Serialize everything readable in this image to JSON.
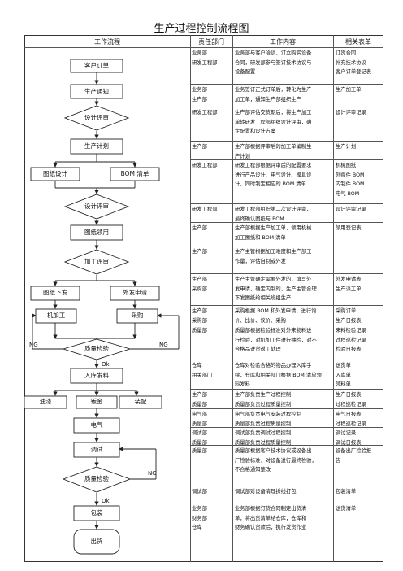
{
  "title": "生产过程控制流程图",
  "headers": {
    "flow": "工作流程",
    "dept": "责任部门",
    "content": "工作内容",
    "forms": "相关表单"
  },
  "flow": {
    "customer_order": "客户订单",
    "production_notice": "生产通知",
    "design_review": "设计评审",
    "production_plan": "生产计划",
    "drawing_design": "图纸设计",
    "bom_list": "BOM 清单",
    "design_review_2": "设计评审",
    "drawing_pickup": "图纸领用",
    "process_review": "加工评审",
    "drawing_issue": "图纸下发",
    "outsource_apply": "外发申请",
    "machining": "机加工",
    "purchasing": "采购",
    "quality_check": "质量检验",
    "receiving": "入库发料",
    "painting": "油漆",
    "sheet_metal": "钣金",
    "assembly": "装配",
    "electrical": "电气",
    "debugging": "调试",
    "quality_check_2": "质量检验",
    "packing": "包装",
    "shipping": "出货",
    "ng": "NG",
    "ok": "Ok"
  },
  "rows": [
    {
      "dept": "业务部\n研发工程部",
      "content": "业务部与客户洽谈，订立购买设备\n合同，研发部参与签订技术协议与\n设备配置",
      "forms": "订货合同\n补充技术协议\n客户订单登记表"
    },
    {
      "dept": "业务部\n生产部",
      "content": "业务签订正式订单后，转化为生产\n加工单，通知生产部组织生产",
      "forms": "生产加工单"
    },
    {
      "dept": "研发工程部",
      "content": "生产部评估交货期后，将生产加工\n单转研发工程部组织设计评审，确\n定配置和设计方案",
      "forms": "设计评审记录"
    },
    {
      "dept": "生产部",
      "content": "生产部根据评审后的加工单编制生\n产计划",
      "forms": "生产计划"
    },
    {
      "dept": "研发工程部",
      "content": "研发工程部根据评审后的配置要求\n进行产品设计、电气设计、模具设\n计，同时制定相应的 BOM 清单",
      "forms": "机械图纸\n外购件 BOM\n内制件 BOM\n电气 BOM"
    },
    {
      "dept": "研发工程部",
      "content": "研发工程部组织第二次设计评审，\n最终确认图纸与 BOM",
      "forms": "设计评审记录"
    },
    {
      "dept": "生产部",
      "content": "生产部根据生产加工单，领用机械\n加工图纸和 BOM 清单",
      "forms": "领用登记表"
    },
    {
      "dept": "生产部",
      "content": "生产主管根据加工难度和生产部工\n作量，评估自制或外发",
      "forms": ""
    },
    {
      "dept": "生产部\n采购部",
      "content": "生产主管确定需要外发的，填写外\n发申请，确定内制的，生产主管合理\n下发图纸给相关班组生产",
      "forms": "外发申请表\n生产派工单"
    },
    {
      "dept": "生产部\n采购部",
      "content": "采购根据 BOM 和外发申请，进行询\n价、比价、议价、采购",
      "forms": "采购订单\n生产日报表"
    },
    {
      "dept": "质量部",
      "content": "质量部根据检验标准对外来物料进\n行检验，对机加工件进行抽检，对不\n合格品进货返工处理",
      "forms": "来料检验记录\n过程巡检记录\n检验日报表"
    },
    {
      "dept": "仓库\n相关部门",
      "content": "仓库对检验合格的物品办理入库手\n续，仓库和相关部门根据 BOM 清单领\n料发料",
      "forms": "送货单\n入库单\n领料单"
    },
    {
      "dept": "生产部\n质量部",
      "content": "生产部负责生产过程控制\n质量部负责过程质量控制",
      "forms": "生产日报表\n过程巡检记录"
    },
    {
      "dept": "电气部\n质量部",
      "content": "电气部负责电气安装过程控制\n质量部负责过程质量控制",
      "forms": "电气日报表\n过程巡检记录"
    },
    {
      "dept": "调试部\n质量部",
      "content": "调试部负责调试过程控制\n质量部负责过程质量控制",
      "forms": "调试记录\n调试日报表"
    },
    {
      "dept": "质量部",
      "content": "质量部根据客户技术协议或设备出\n厂检验标准，对设备进行最终检验，\n不合格通知整改",
      "forms": "设备出厂检验报\n告"
    },
    {
      "dept": "调试部",
      "content": "调试部对设备清理拆线打包",
      "forms": "包装清单"
    },
    {
      "dept": "业务部\n财务部\n仓库",
      "content": "业务部根据订货合同制定出货清\n单，将出货清单给仓库，仓库和\n财务确认货款后，执行发货作业",
      "forms": "送货清单"
    }
  ]
}
